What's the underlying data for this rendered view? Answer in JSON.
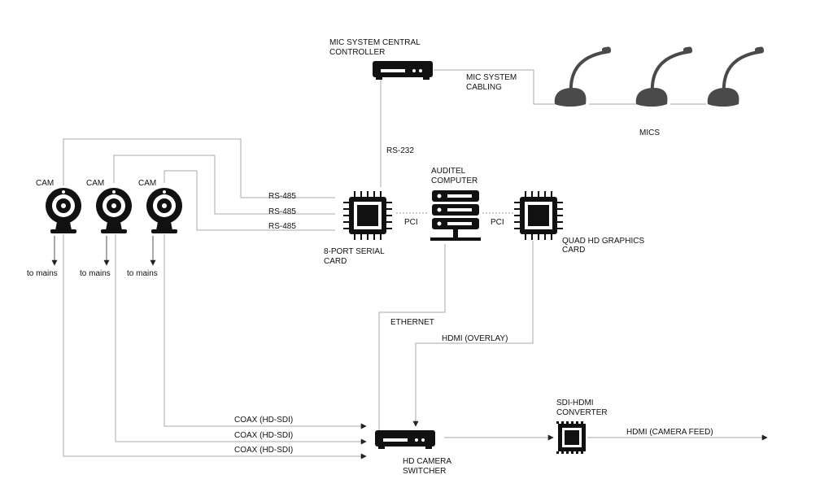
{
  "colors": {
    "device": "#111111",
    "mic_head": "#4a4a4a",
    "wire": "#a9a9a9"
  },
  "labels": {
    "mic_controller": [
      "MIC SYSTEM CENTRAL",
      "CONTROLLER"
    ],
    "mic_cabling": [
      "MIC SYSTEM",
      "CABLING"
    ],
    "mics": "MICS",
    "rs232": "RS-232",
    "cam": "CAM",
    "rs485": "RS-485",
    "pci": "PCI",
    "auditel": [
      "AUDITEL",
      "COMPUTER"
    ],
    "serial_card": [
      "8-PORT SERIAL",
      "CARD"
    ],
    "graphics_card": [
      "QUAD HD GRAPHICS",
      "CARD"
    ],
    "to_mains": "to mains",
    "ethernet": "ETHERNET",
    "hdmi_overlay": "HDMI (OVERLAY)",
    "coax": "COAX (HD-SDI)",
    "switcher": [
      "HD CAMERA",
      "SWITCHER"
    ],
    "converter": [
      "SDI-HDMI",
      "CONVERTER"
    ],
    "hdmi_feed": "HDMI (CAMERA FEED)"
  },
  "icons": {
    "camera": "webcam-icon",
    "mic": "gooseneck-mic-icon",
    "chip": "chip-icon",
    "server": "server-icon",
    "box": "network-box-icon",
    "converter": "converter-chip-icon"
  }
}
